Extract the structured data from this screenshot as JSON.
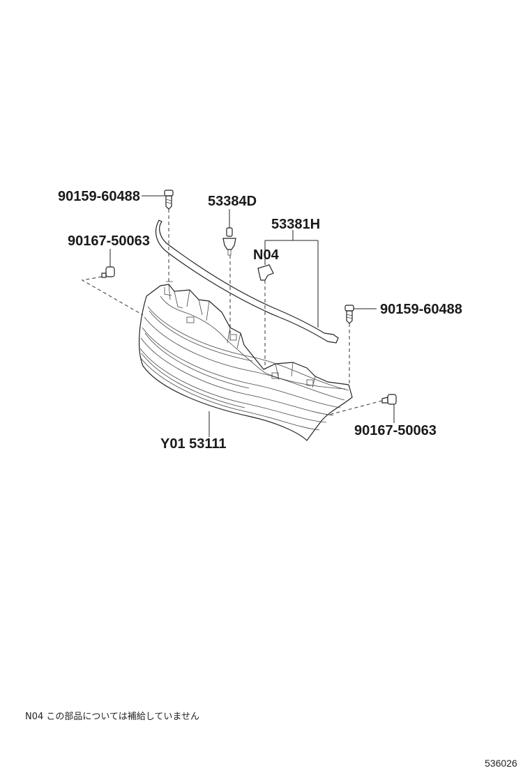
{
  "parts": {
    "bolt_top_left": "90159-60488",
    "clip_left": "90167-50063",
    "clip_center": "53384D",
    "seal": "53381H",
    "clip_small": "N04",
    "bolt_right": "90159-60488",
    "clip_right": "90167-50063",
    "grille": "Y01 53111"
  },
  "note": "N04 この部品については補給していません",
  "diagram_id": "536026"
}
